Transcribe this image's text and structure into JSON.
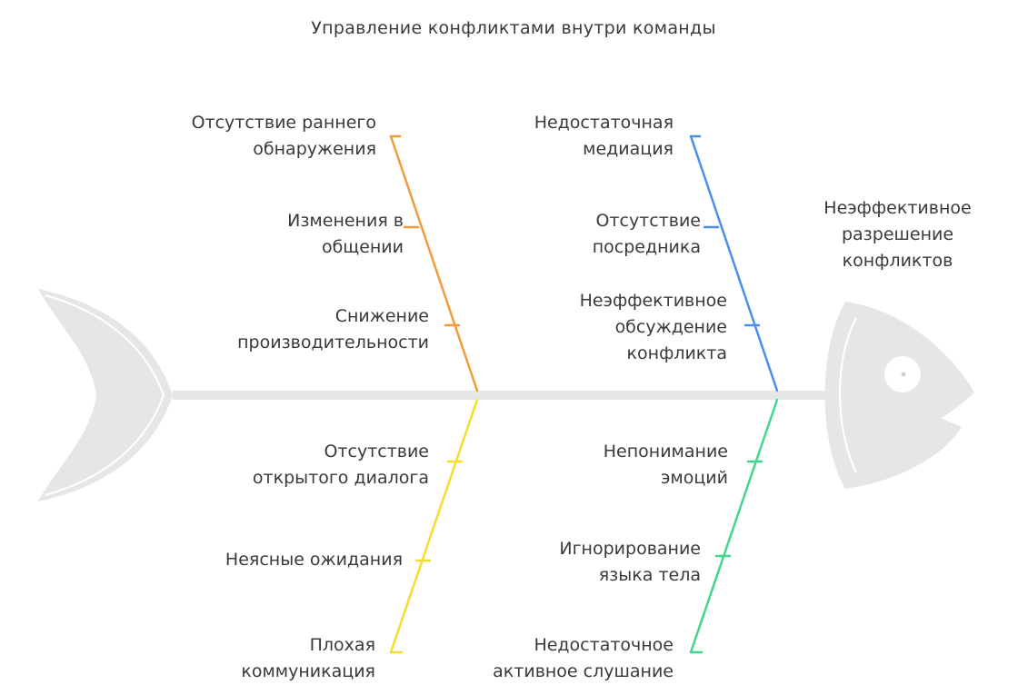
{
  "title": "Управление конфликтами внутри команды",
  "effect": "Неэффективное\nразрешение\nконфликтов",
  "colors": {
    "skeleton": "#e6e6e6",
    "orange": "#f39a3c",
    "blue": "#4a8ef0",
    "yellow": "#f3dd2e",
    "green": "#45d48e"
  },
  "categories": [
    {
      "id": "top-left",
      "color": "orange",
      "causes": [
        "Отсутствие раннего\nобнаружения",
        "Изменения в\nобщении",
        "Снижение\nпроизводительности"
      ]
    },
    {
      "id": "top-right",
      "color": "blue",
      "causes": [
        "Недостаточная\nмедиация",
        "Отсутствие\nпосредника",
        "Неэффективное\nобсуждение\nконфликта"
      ]
    },
    {
      "id": "bottom-left",
      "color": "yellow",
      "causes": [
        "Отсутствие\nоткрытого диалога",
        "Неясные ожидания",
        "Плохая\nкоммуникация"
      ]
    },
    {
      "id": "bottom-right",
      "color": "green",
      "causes": [
        "Непонимание\nэмоций",
        "Игнорирование\nязыка тела",
        "Недостаточное\nактивное слушание"
      ]
    }
  ]
}
